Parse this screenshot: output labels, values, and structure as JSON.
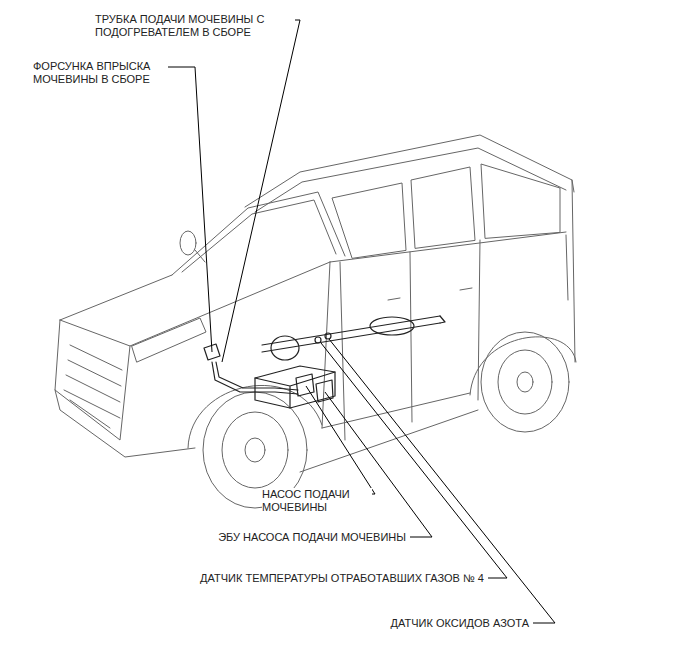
{
  "diagram": {
    "labels": [
      "ТРУБКА ПОДАЧИ МОЧЕВИНЫ С ПОДОГРЕВАТЕЛЕМ В СБОРЕ",
      "ФОРСУНКА ВПРЫСКА МОЧЕВИНЫ В СБОРЕ",
      "НАСОС ПОДАЧИ МОЧЕВИНЫ",
      "ЭБУ НАСОСА ПОДАЧИ МОЧЕВИНЫ",
      "ДАТЧИК ТЕМПЕРАТУРЫ ОТРАБОТАВШИХ ГАЗОВ № 4",
      "ДАТЧИК ОКСИДОВ АЗОТА"
    ]
  }
}
